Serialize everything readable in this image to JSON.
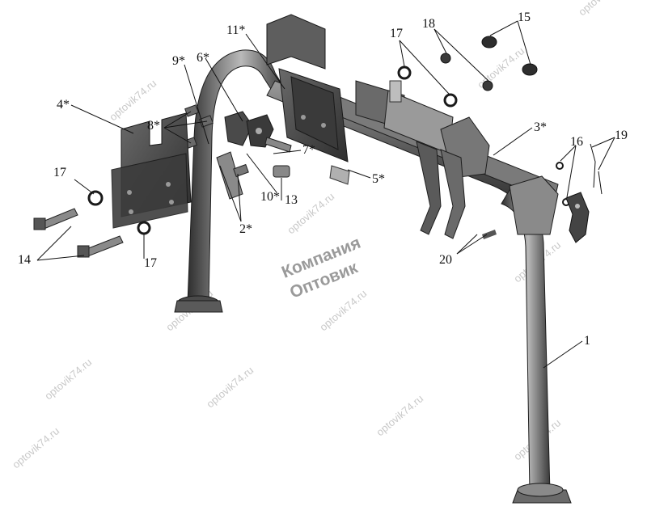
{
  "callouts": {
    "c1": "1",
    "c2": "2*",
    "c3": "3*",
    "c4": "4*",
    "c5": "5*",
    "c6": "6*",
    "c7": "7*",
    "c8": "8*",
    "c9": "9*",
    "c10": "10*",
    "c11": "11*",
    "c13": "13",
    "c14": "14",
    "c15": "15",
    "c16": "16",
    "c17a": "17",
    "c17b": "17",
    "c17c": "17",
    "c18": "18",
    "c19": "19",
    "c20": "20"
  },
  "logo": {
    "line1": "Компания",
    "line2": "Оптовик"
  },
  "watermark": "optovik74.ru",
  "colors": {
    "metal_dark": "#3c3c3c",
    "metal_mid": "#6e6e6e",
    "metal_light": "#a8a8a8",
    "logo_red": "#e0322b"
  }
}
